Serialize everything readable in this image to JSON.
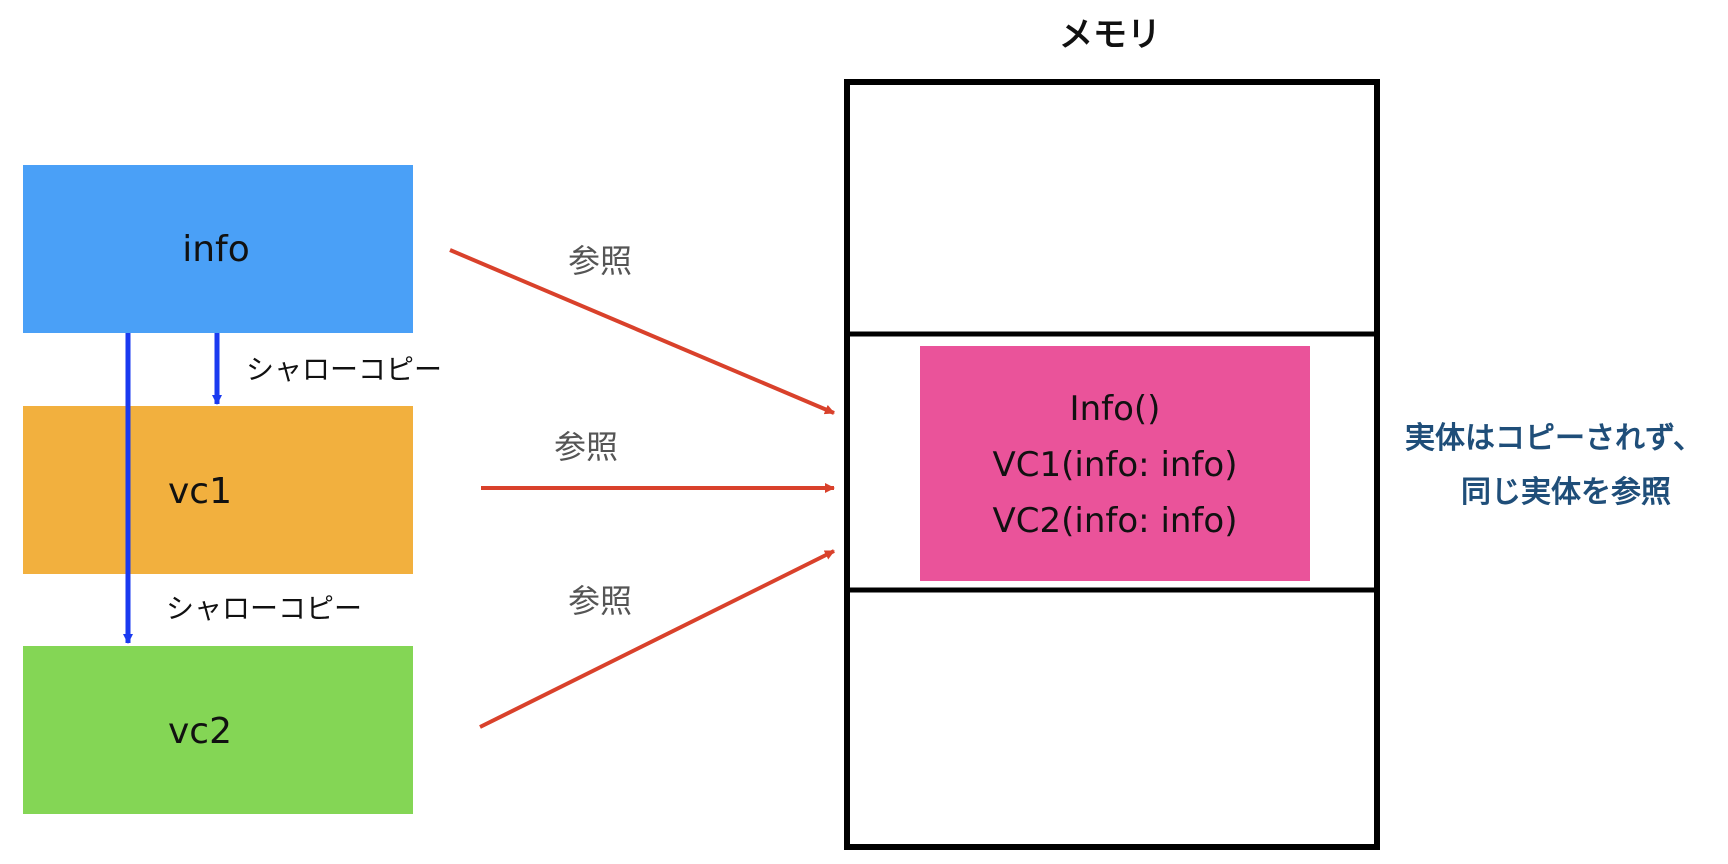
{
  "diagram": {
    "memory_title": "メモリ",
    "variables": [
      {
        "name": "info",
        "color": "#4aa0f7"
      },
      {
        "name": "vc1",
        "color": "#f2b03e"
      },
      {
        "name": "vc2",
        "color": "#84d655"
      }
    ],
    "copy_labels": [
      "シャローコピー",
      "シャローコピー"
    ],
    "reference_labels": [
      "参照",
      "参照",
      "参照"
    ],
    "memory_object": {
      "color": "#ea539a",
      "lines": [
        "Info()",
        "VC1(info: info)",
        "VC2(info: info)"
      ]
    },
    "note": {
      "line1": "実体はコピーされず、",
      "line2": "同じ実体を参照",
      "color": "#1f4e79"
    },
    "colors": {
      "copy_arrow": "#1a3af0",
      "reference_arrow": "#d9412b",
      "reference_label": "#555555"
    }
  }
}
